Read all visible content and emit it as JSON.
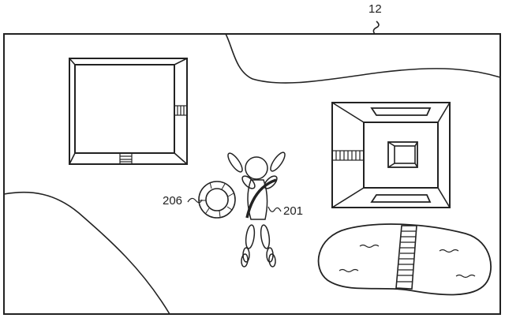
{
  "labels": {
    "figure_ref": "12",
    "ring_ref": "206",
    "character_ref": "201"
  },
  "colors": {
    "line": "#222222",
    "background": "#ffffff"
  }
}
